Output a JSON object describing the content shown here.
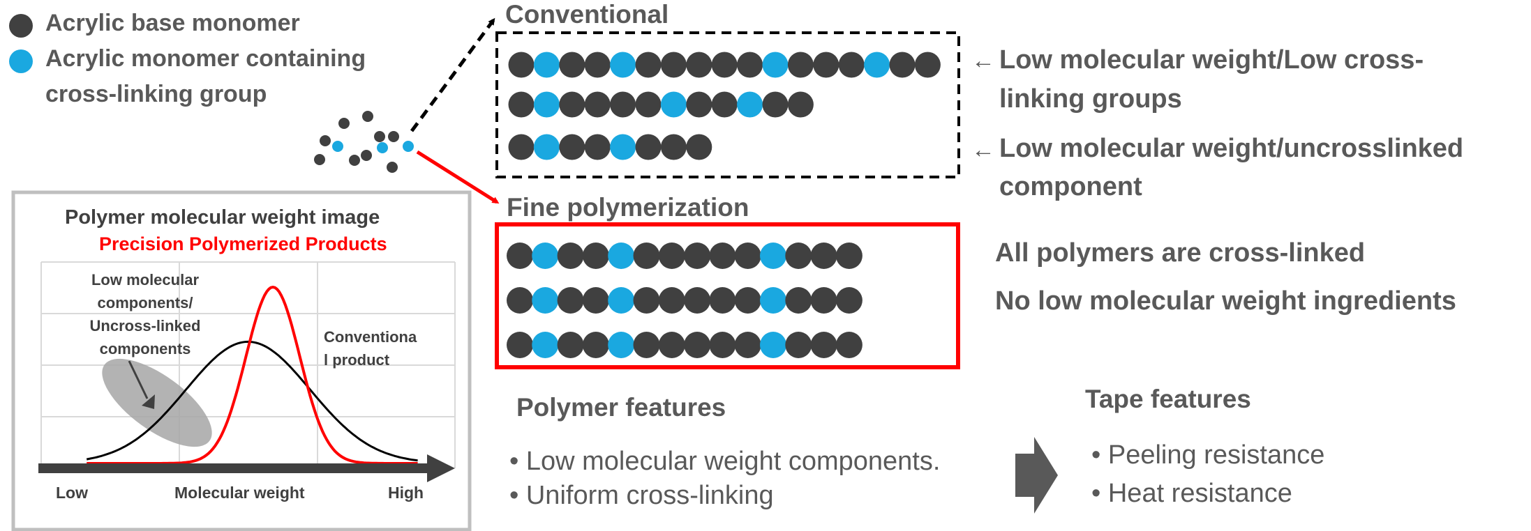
{
  "legend": {
    "base_label": "Acrylic base monomer",
    "crosslink_label_line1": "Acrylic monomer containing",
    "crosslink_label_line2": "cross-linking group"
  },
  "colors": {
    "base": "#404040",
    "crosslink": "#1aa8e0",
    "conventional_border": "#000000",
    "fine_border": "#ff0000",
    "text_gray": "#595959"
  },
  "conventional": {
    "title": "Conventional",
    "chains": [
      [
        "b",
        "c",
        "b",
        "b",
        "c",
        "b",
        "b",
        "b",
        "b",
        "b",
        "c",
        "b",
        "b",
        "b",
        "c",
        "b",
        "b"
      ],
      [
        "b",
        "c",
        "b",
        "b",
        "b",
        "b",
        "c",
        "b",
        "b",
        "c",
        "b",
        "b"
      ],
      [
        "b",
        "c",
        "b",
        "b",
        "c",
        "b",
        "b",
        "b"
      ]
    ],
    "note1_line1": "Low molecular weight/Low cross-",
    "note1_line2": "linking groups",
    "note2_line1": "Low molecular weight/uncrosslinked",
    "note2_line2": "component",
    "arrow_glyph": "←"
  },
  "fine": {
    "title": "Fine polymerization",
    "chains": [
      [
        "b",
        "c",
        "b",
        "b",
        "c",
        "b",
        "b",
        "b",
        "b",
        "b",
        "c",
        "b",
        "b",
        "b"
      ],
      [
        "b",
        "c",
        "b",
        "b",
        "c",
        "b",
        "b",
        "b",
        "b",
        "b",
        "c",
        "b",
        "b",
        "b"
      ],
      [
        "b",
        "c",
        "b",
        "b",
        "c",
        "b",
        "b",
        "b",
        "b",
        "b",
        "c",
        "b",
        "b",
        "b"
      ]
    ],
    "note1": "All polymers are cross-linked",
    "note2": "No low molecular weight ingredients"
  },
  "polymer_features": {
    "title": "Polymer features",
    "items": [
      "• Low molecular weight components.",
      "• Uniform cross-linking"
    ]
  },
  "tape_features": {
    "title": "Tape features",
    "items": [
      "• Peeling resistance",
      "• Heat resistance"
    ]
  },
  "chart": {
    "title": "Polymer molecular weight image",
    "subtitle": "Precision Polymerized Products",
    "annotation_low_lines": [
      "Low molecular",
      "components/",
      "Uncross-linked",
      "components"
    ],
    "annotation_conv_lines": [
      "Conventiona",
      "l product"
    ],
    "axis_low": "Low",
    "axis_mid": "Molecular weight",
    "axis_high": "High"
  },
  "chart_data": {
    "type": "line",
    "title": "Polymer molecular weight image",
    "subtitle": "Precision Polymerized Products",
    "xlabel": "Molecular weight",
    "x_tick_labels": [
      "Low",
      "High"
    ],
    "ylabel": "",
    "grid": true,
    "series": [
      {
        "color": "#000000",
        "shape": "broad distribution",
        "peak_x": 0.5,
        "peak_height": 0.69,
        "spread": 0.15
      },
      {
        "color": "#ff0000",
        "shape": "narrow distribution",
        "peak_x": 0.56,
        "peak_height": 1.0,
        "spread": 0.065
      }
    ],
    "annotations": [
      "Low molecular components/ Uncross-linked components",
      "Conventional product"
    ]
  }
}
